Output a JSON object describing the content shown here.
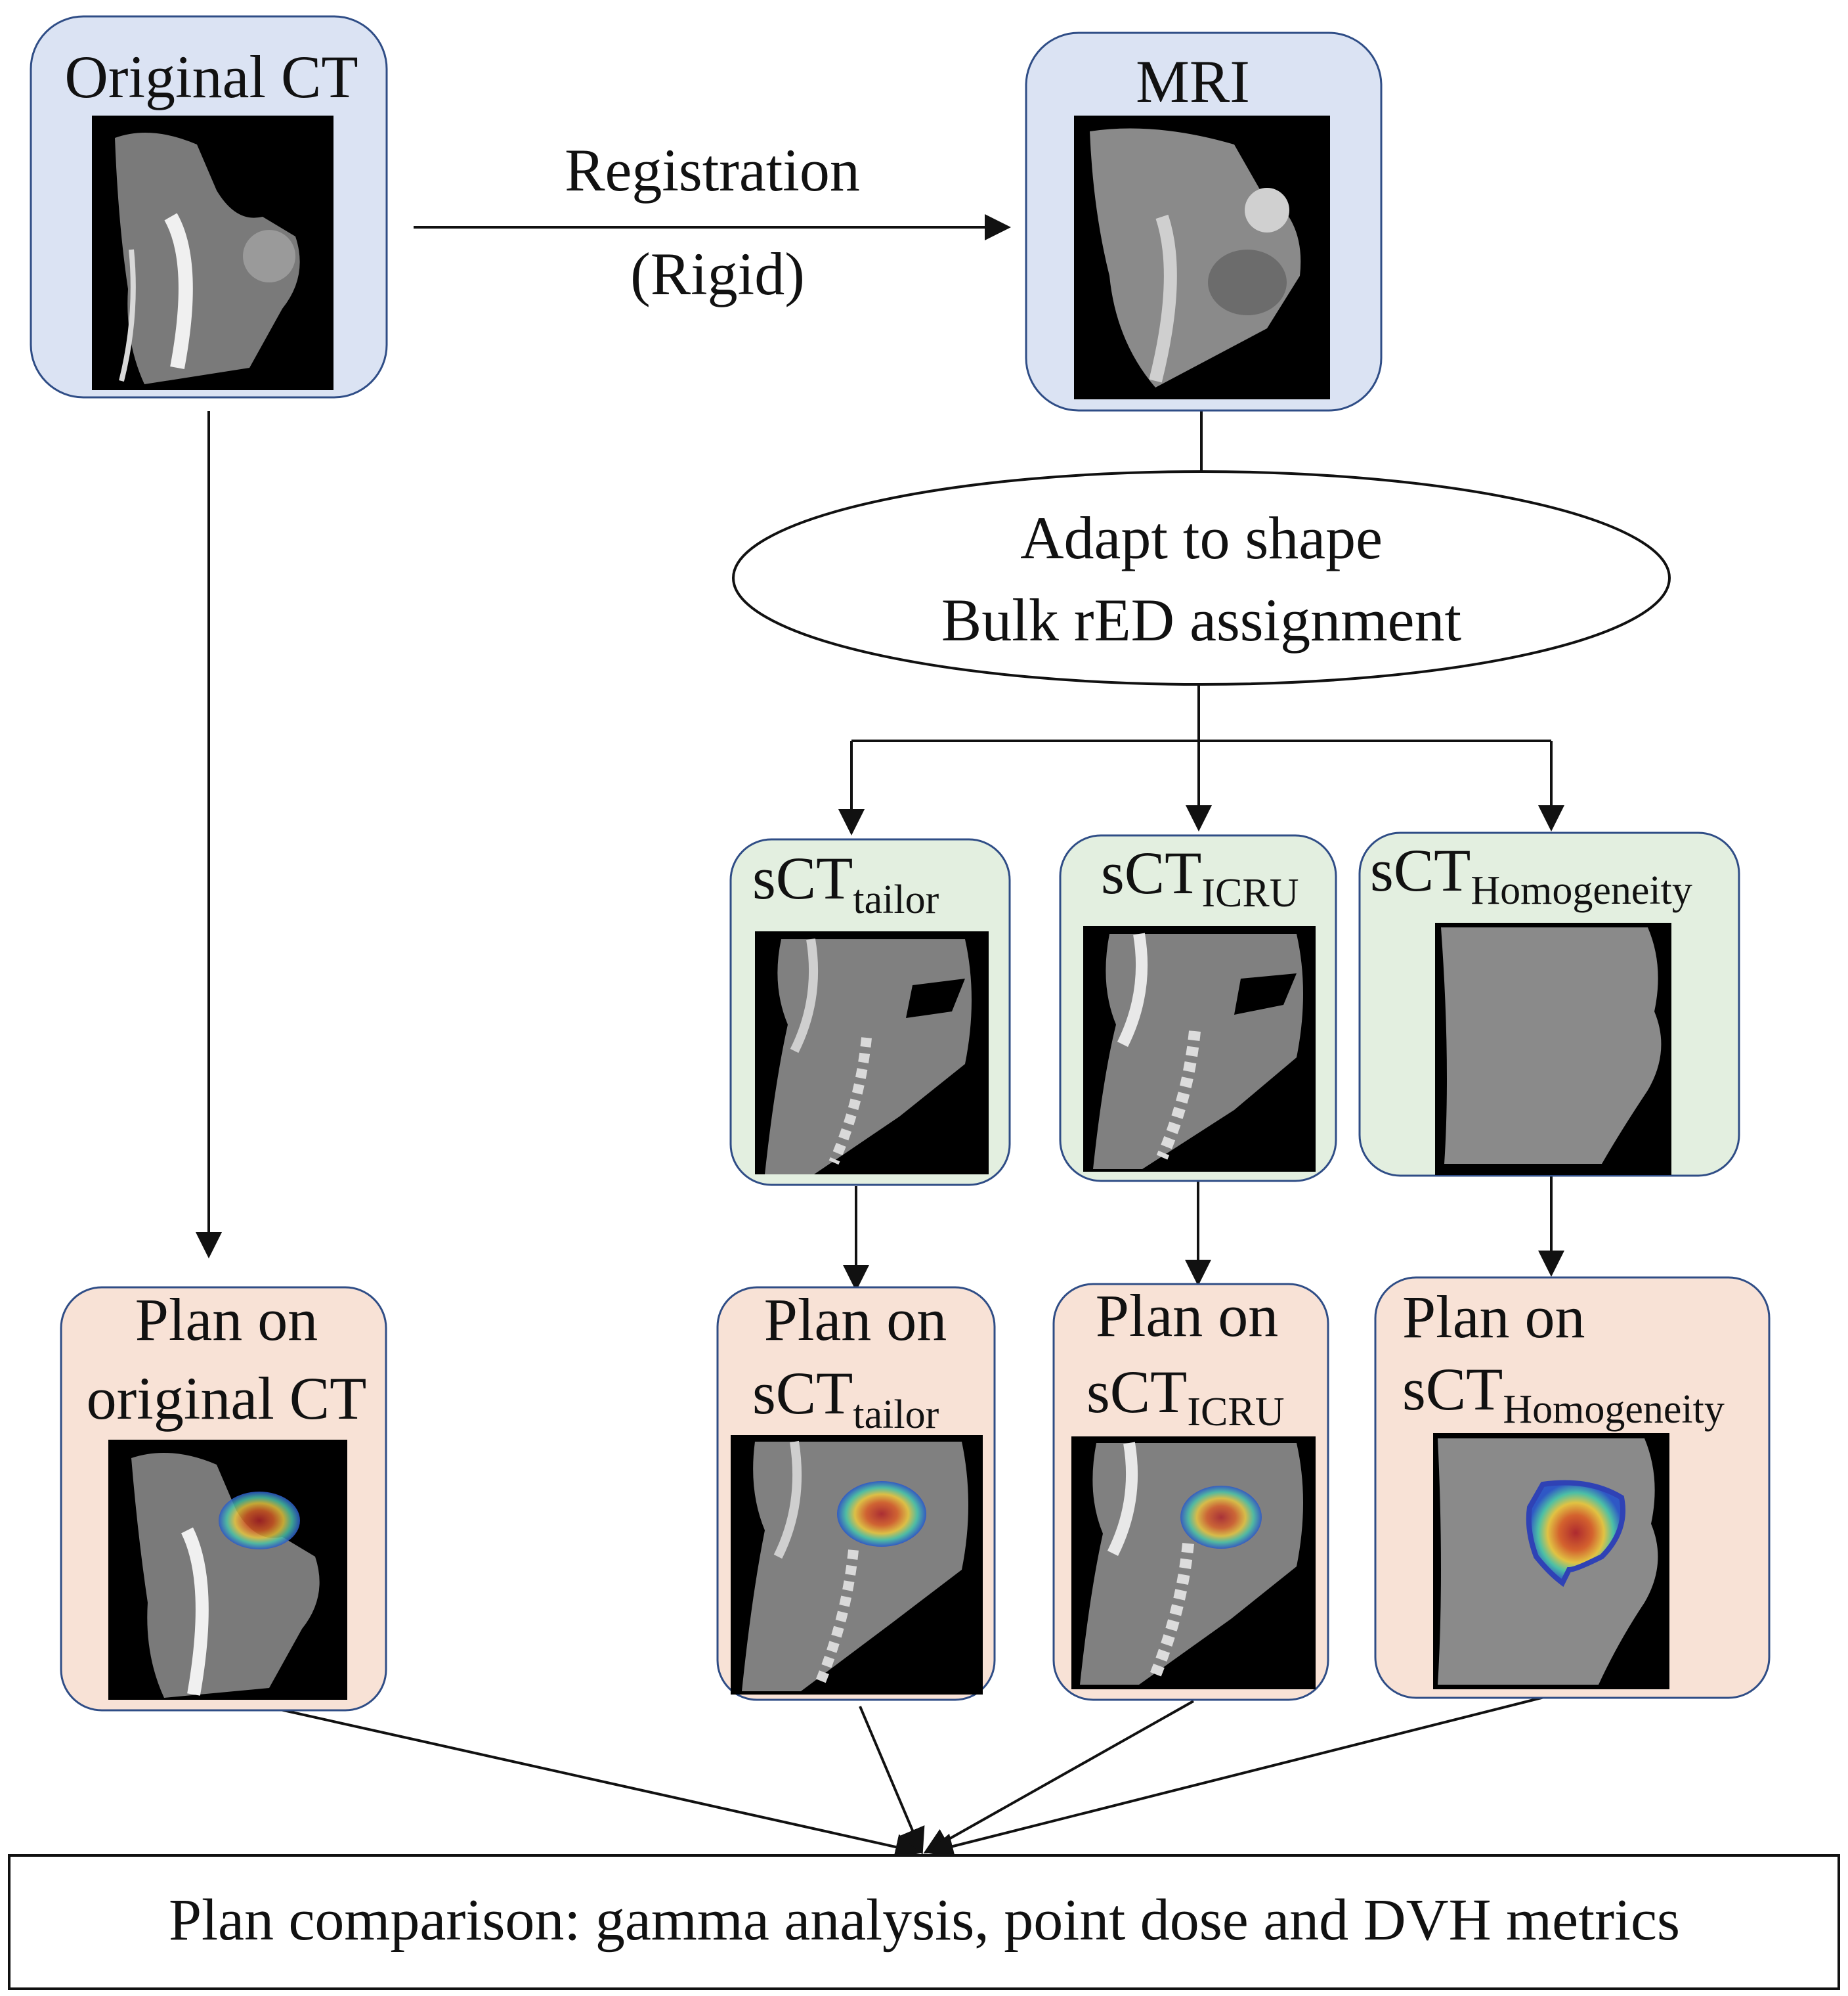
{
  "nodes": {
    "original_ct": {
      "label": "Original CT"
    },
    "mri": {
      "label": "MRI"
    },
    "adapt": {
      "line1": "Adapt to shape",
      "line2": "Bulk rED assignment"
    },
    "sct_tailor": {
      "base": "sCT",
      "sub": "tailor"
    },
    "sct_icru": {
      "base": "sCT",
      "sub": "ICRU"
    },
    "sct_homog": {
      "base": "sCT",
      "sub": "Homogeneity"
    },
    "plan_orig": {
      "line1": "Plan on",
      "line2": "original CT"
    },
    "plan_tailor": {
      "line1": "Plan on",
      "base": "sCT",
      "sub": "tailor"
    },
    "plan_icru": {
      "line1": "Plan on",
      "base": "sCT",
      "sub": "ICRU"
    },
    "plan_homog": {
      "line1": "Plan on",
      "base": "sCT",
      "sub": "Homogeneity"
    },
    "comparison": {
      "label": "Plan comparison: gamma analysis, point dose and DVH metrics"
    }
  },
  "edges": {
    "registration": {
      "line1": "Registration",
      "line2": "(Rigid)"
    }
  }
}
